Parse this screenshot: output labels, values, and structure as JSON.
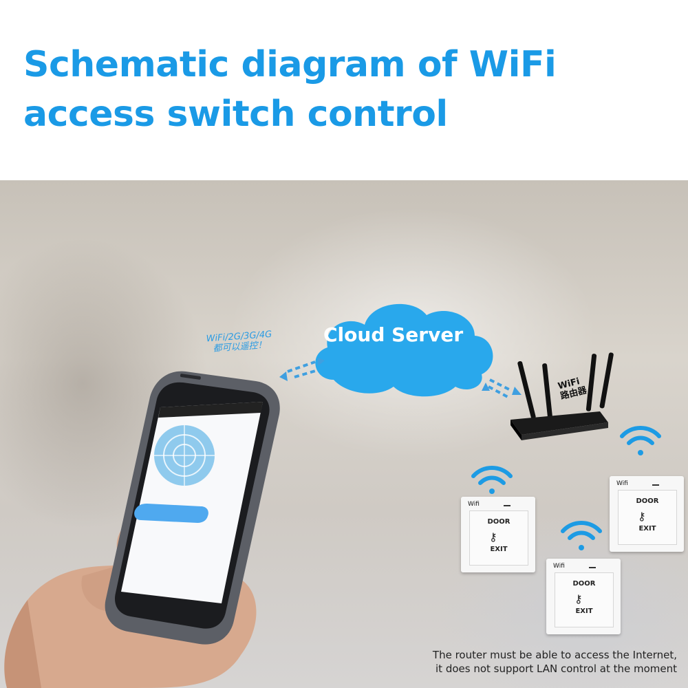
{
  "title": "Schematic diagram of WiFi access switch control",
  "cloud_label": "Cloud Server",
  "wifi_tag": {
    "line1": "WiFi/2G/3G/4G",
    "line2": "都可以遥控！"
  },
  "router_tag": {
    "line1": "WiFi",
    "line2": "路由器"
  },
  "switch": {
    "badge": "Wifi",
    "door": "DOOR",
    "exit": "EXIT"
  },
  "note": {
    "line1": "The router must be able to access the Internet,",
    "line2": "it does not support LAN control at the moment"
  },
  "colors": {
    "title": "#1a9ae6",
    "cloud": "#29a8ec",
    "wifi_signal": "#1d9be4",
    "arrows": "#3f9fe0",
    "router": "#111111",
    "switch_plate": "#f7f7f7"
  }
}
